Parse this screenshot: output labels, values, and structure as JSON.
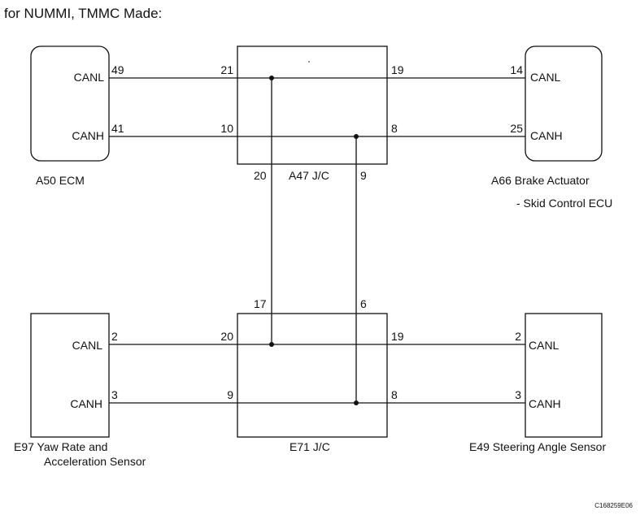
{
  "title": "for NUMMI, TMMC Made:",
  "figure_code": "C168259E06",
  "components": {
    "a50": {
      "name": "A50  ECM",
      "canl": "CANL",
      "canh": "CANH",
      "pin_canl": "49",
      "pin_canh": "41"
    },
    "a47": {
      "name": "A47  J/C",
      "pin_l_in": "21",
      "pin_h_in": "10",
      "pin_l_out": "19",
      "pin_h_out": "8",
      "pin_l_down": "20",
      "pin_h_down": "9"
    },
    "a66": {
      "name": "A66  Brake Actuator",
      "subname": "- Skid Control ECU",
      "canl": "CANL",
      "canh": "CANH",
      "pin_canl": "14",
      "pin_canh": "25"
    },
    "e97": {
      "name_line1": "E97  Yaw Rate and",
      "name_line2": "Acceleration Sensor",
      "canl": "CANL",
      "canh": "CANH",
      "pin_canl": "2",
      "pin_canh": "3"
    },
    "e71": {
      "name": "E71  J/C",
      "pin_l_up": "17",
      "pin_h_up": "6",
      "pin_l_in": "20",
      "pin_h_in": "9",
      "pin_l_out": "19",
      "pin_h_out": "8"
    },
    "e49": {
      "name": "E49  Steering Angle Sensor",
      "canl": "CANL",
      "canh": "CANH",
      "pin_canl": "2",
      "pin_canh": "3"
    }
  }
}
